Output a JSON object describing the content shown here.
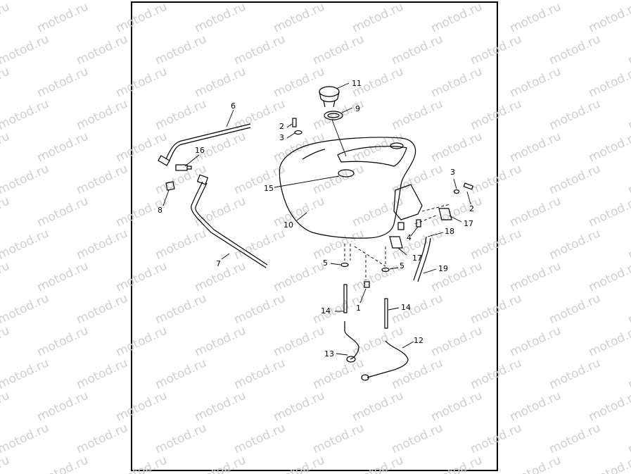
{
  "watermark": "motod.ru",
  "callouts": [
    "11",
    "9",
    "6",
    "2",
    "3",
    "16",
    "15",
    "8",
    "10",
    "7",
    "3",
    "2",
    "17",
    "18",
    "4",
    "17",
    "5",
    "5",
    "19",
    "1",
    "14",
    "14",
    "13",
    "12"
  ]
}
